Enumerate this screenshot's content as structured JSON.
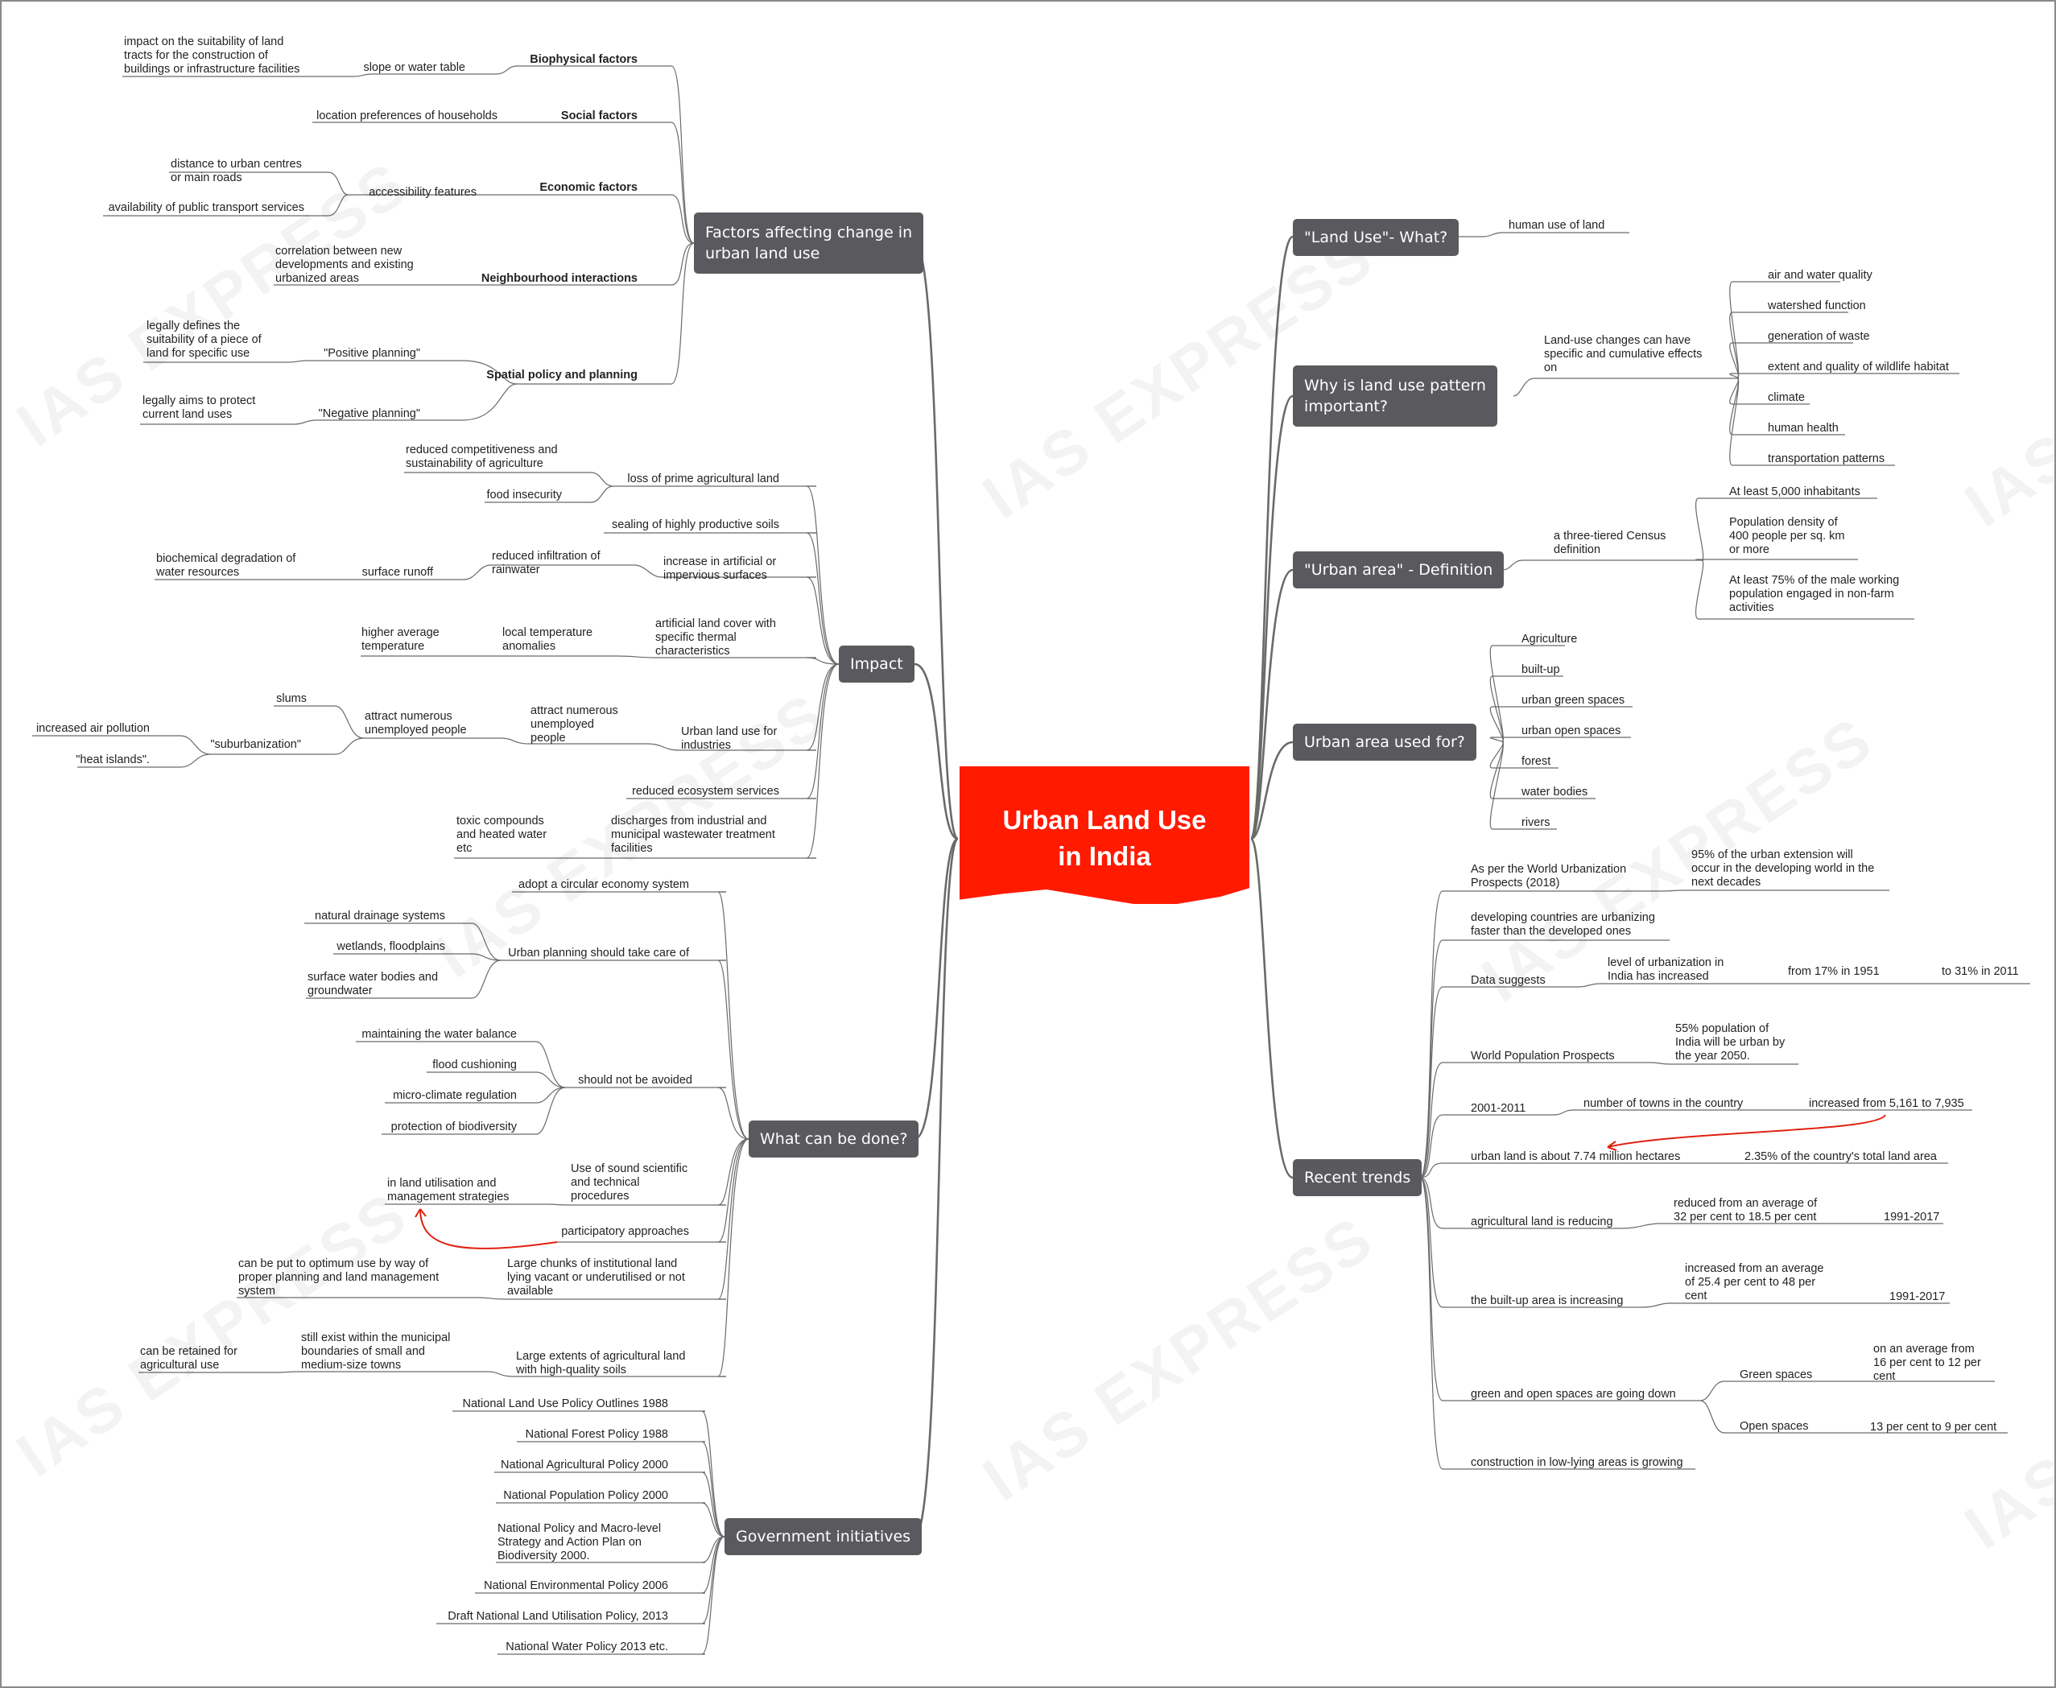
{
  "central": {
    "title": "Urban Land Use\nin India"
  },
  "watermark": "IAS EXPRESS",
  "branches": {
    "land_use_what": {
      "title": "\"Land Use\"- What?",
      "items": [
        "human use of land"
      ]
    },
    "why_important": {
      "title": "Why is land use pattern\nimportant?",
      "intro": "Land-use changes can have\nspecific and cumulative effects\non",
      "items": [
        "air and water quality",
        "watershed function",
        "generation of waste",
        "extent and quality of wildlife habitat",
        "climate",
        "human health",
        "transportation patterns"
      ]
    },
    "urban_area_definition": {
      "title": "\"Urban area\" - Definition",
      "intro": "a three-tiered Census\ndefinition",
      "items": [
        "At least 5,000 inhabitants",
        "Population density of\n400 people per sq. km\nor more",
        "At least 75% of the male working\npopulation engaged in non-farm\nactivities"
      ]
    },
    "urban_area_used_for": {
      "title": "Urban area used for?",
      "items": [
        "Agriculture",
        "built-up",
        "urban green spaces",
        "urban open spaces",
        "forest",
        "water bodies",
        "rivers"
      ]
    },
    "recent_trends": {
      "title": "Recent trends",
      "wup_label": "As per the World Urbanization\nProspects (2018)",
      "wup_value": "95% of the urban extension will\noccur in the developing world in the\nnext decades",
      "developing": "developing countries are urbanizing\nfaster than the developed ones",
      "data_suggests": "Data suggests",
      "urbanization_level": "level of urbanization in\nIndia has increased",
      "from_1951": "from 17% in 1951",
      "to_2011": "to 31% in 2011",
      "wpp_label": "World Population Prospects",
      "wpp_value": "55% population of\nIndia will be urban by\nthe year 2050.",
      "period_2001_2011": "2001-2011",
      "towns_label": "number of towns in the country",
      "towns_value": "increased from 5,161 to 7,935",
      "urban_land": "urban land is about 7.74 million hectares",
      "urban_land_share": "2.35% of the country's total land area",
      "agri_reducing": "agricultural land is reducing",
      "agri_value": "reduced from an average of\n32 per cent to 18.5 per cent",
      "agri_period": "1991-2017",
      "builtup_increasing": "the built-up area is increasing",
      "builtup_value": "increased from an average\nof 25.4 per cent to 48 per\ncent",
      "builtup_period": "1991-2017",
      "green_open_down": "green and open spaces are going down",
      "green_spaces": "Green spaces",
      "green_value": "on an average from\n16 per cent to 12 per\ncent",
      "open_spaces": "Open spaces",
      "open_value": "13 per cent to 9 per cent",
      "low_lying": "construction in low-lying areas is growing"
    },
    "factors": {
      "title": "Factors affecting change in\nurban land use",
      "biophysical": "Biophysical factors",
      "slope": "slope or water table",
      "slope_impact": "impact on the suitability of land\ntracts for the construction of\nbuildings or infrastructure facilities",
      "social": "Social factors",
      "location_pref": "location preferences of households",
      "economic": "Economic factors",
      "accessibility": "accessibility features",
      "distance": "distance to urban centres\nor main roads",
      "public_transport": "availability of public transport services",
      "neighbourhood": "Neighbourhood interactions",
      "correlation": "correlation between new\ndevelopments and existing\nurbanized areas",
      "spatial": "Spatial policy and planning",
      "positive": "\"Positive planning\"",
      "positive_desc": "legally defines the\nsuitability of a piece of\nland for specific use",
      "negative": "\"Negative planning\"",
      "negative_desc": "legally aims to protect\ncurrent land uses"
    },
    "impact": {
      "title": "Impact",
      "loss_prime": "loss of prime agricultural land",
      "reduced_comp": "reduced competitiveness and\nsustainability of agriculture",
      "food_insecurity": "food insecurity",
      "sealing": "sealing of highly productive soils",
      "increase_artificial": "increase in artificial or\nimpervious surfaces",
      "reduced_infiltration": "reduced infiltration of\nrainwater",
      "surface_runoff": "surface runoff",
      "biochemical": "biochemical degradation of\nwater resources",
      "artificial_cover": "artificial land cover with\nspecific thermal\ncharacteristics",
      "local_temp": "local temperature\nanomalies",
      "higher_temp": "higher average\ntemperature",
      "industries": "Urban land use for\nindustries",
      "attract1": "attract numerous\nunemployed\npeople",
      "attract2": "attract numerous\nunemployed people",
      "slums": "slums",
      "suburbanization": "\"suburbanization\"",
      "air_pollution": "increased air pollution",
      "heat_islands": "\"heat islands\".",
      "reduced_eco": "reduced ecosystem services",
      "discharges": "discharges from industrial and\nmunicipal wastewater treatment\nfacilities",
      "toxic": "toxic compounds\nand heated water\netc"
    },
    "what_can_be_done": {
      "title": "What can be done?",
      "circular": "adopt a circular economy system",
      "planning_care": "Urban planning should take care of",
      "drainage": "natural drainage systems",
      "wetlands": "wetlands, floodplains",
      "surface_water": "surface water bodies and\ngroundwater",
      "not_avoided": "should not be avoided",
      "water_balance": "maintaining the water balance",
      "flood": "flood cushioning",
      "micro_climate": "micro-climate regulation",
      "biodiversity": "protection of biodiversity",
      "sound_procedures": "Use of sound scientific\nand technical\nprocedures",
      "land_strategies": "in land utilisation and\nmanagement strategies",
      "participatory": "participatory approaches",
      "institutional": "Large chunks of institutional land\nlying vacant or underutilised or not\navailable",
      "optimum": "can be put to optimum use by way of\nproper planning and land management\nsystem",
      "agri_extents": "Large extents of agricultural land\nwith high-quality soils",
      "municipal": "still exist within the municipal\nboundaries of small and\nmedium-size towns",
      "retained": "can be retained for\nagricultural use"
    },
    "government": {
      "title": "Government initiatives",
      "items": [
        "National Land Use Policy Outlines 1988",
        "National Forest Policy 1988",
        "National Agricultural Policy 2000",
        "National Population Policy 2000",
        "National Policy and Macro-level\nStrategy and Action Plan on\nBiodiversity 2000.",
        "National Environmental Policy 2006",
        "Draft National Land Utilisation Policy, 2013",
        "National Water Policy 2013 etc."
      ]
    }
  },
  "colors": {
    "central": "#ff1a00",
    "branch": "#5a5a5e",
    "line": "#6a6a6a",
    "arrow": "#e02010"
  }
}
